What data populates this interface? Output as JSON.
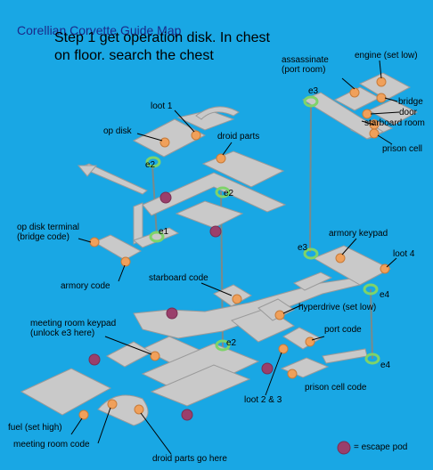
{
  "map": {
    "title": "Corellian Corvette Guide Map",
    "step_text": "Step 1 get operation disk. In chest\non floor. search the chest",
    "legend": {
      "text": "= escape pod"
    },
    "colors": {
      "background": "#19a7e4",
      "floor": "#c9c9c9",
      "marker": "#f0a05a",
      "elevator": "#7ed36a",
      "escape_pod": "#9a3f6b",
      "text": "#000000"
    },
    "labels": {
      "loot_1": "loot 1",
      "op_disk": "op disk",
      "droid_parts": "droid parts",
      "op_disk_terminal": "op disk terminal\n(bridge code)",
      "armory_code": "armory code",
      "starboard_code": "starboard code",
      "meeting_room_keypad": "meeting room keypad\n(unlock e3 here)",
      "fuel": "fuel (set high)",
      "meeting_room_code": "meeting room code",
      "droid_parts_go_here": "droid parts go here",
      "loot_2_3": "loot 2 & 3",
      "prison_cell_code": "prison cell code",
      "port_code": "port code",
      "hyperdrive": "hyperdrive (set low)",
      "armory_keypad": "armory keypad",
      "loot_4": "loot 4",
      "assassinate": "assassinate\n(port room)",
      "engine": "engine (set low)",
      "bridge": "bridge",
      "door": "door",
      "starboard_room": "starboard room",
      "prison_cell": "prison cell"
    },
    "elevators": {
      "e1": "e1",
      "e2_a": "e2",
      "e2_b": "e2",
      "e2_c": "e2",
      "e3_a": "e3",
      "e3_b": "e3",
      "e4_a": "e4",
      "e4_b": "e4"
    }
  }
}
